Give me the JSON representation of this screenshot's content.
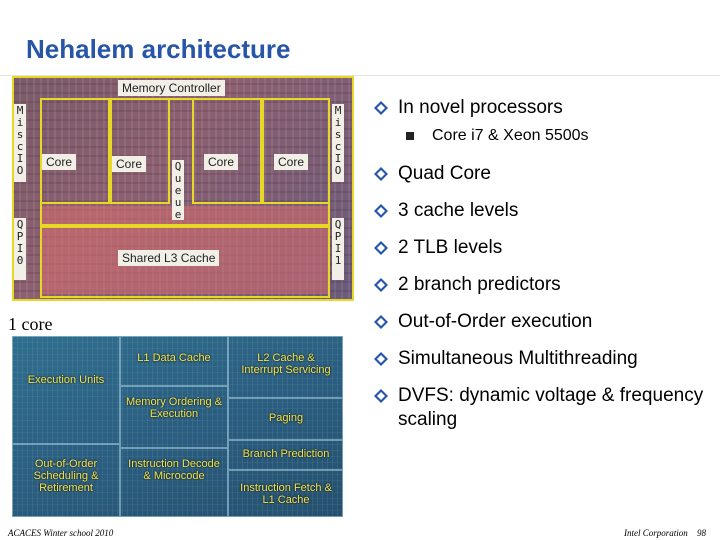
{
  "title": "Nehalem architecture",
  "die_labels": {
    "memory_controller": "Memory Controller",
    "misc_io_left": "Misc IO",
    "misc_io_right": "Misc IO",
    "qpi_left": "QPI 0",
    "qpi_right": "QPI 1",
    "core1": "Core",
    "core2": "Core",
    "core3": "Core",
    "core4": "Core",
    "queue": "Queue",
    "shared_l3": "Shared L3 Cache"
  },
  "core_caption": "1 core",
  "core_regions": {
    "execution_units": "Execution Units",
    "l1_data_cache": "L1 Data Cache",
    "l2_cache": "L2 Cache & Interrupt Servicing",
    "memory_ordering": "Memory Ordering & Execution",
    "paging": "Paging",
    "branch_prediction": "Branch Prediction",
    "ooo": "Out-of-Order Scheduling & Retirement",
    "instruction_decode": "Instruction Decode & Microcode",
    "instruction_fetch": "Instruction Fetch & L1 Cache"
  },
  "bullets": [
    {
      "text": "In novel processors",
      "sub": [
        "Core i7 & Xeon 5500s"
      ]
    },
    {
      "text": "Quad Core"
    },
    {
      "text": "3 cache levels"
    },
    {
      "text": "2 TLB levels"
    },
    {
      "text": "2 branch predictors"
    },
    {
      "text": "Out-of-Order execution"
    },
    {
      "text": "Simultaneous Multithreading"
    },
    {
      "text": "DVFS: dynamic voltage & frequency scaling"
    }
  ],
  "footer": {
    "left": "ACACES Winter school 2010",
    "right": "Intel Corporation",
    "page": "98"
  },
  "colors": {
    "title": "#2756a8",
    "bullet_marker": "#2756a8"
  }
}
